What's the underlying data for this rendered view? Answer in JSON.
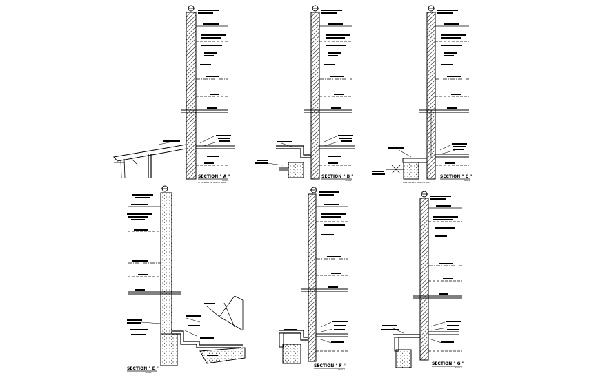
{
  "sections": [
    {
      "id": "A",
      "title": "SECTION \" A \"",
      "scale": "SCALE",
      "caption": "STEP SLAB DETAIL AT SLAB",
      "variant": "ramp"
    },
    {
      "id": "B",
      "title": "SECTION \" B \"",
      "scale": "SCALE",
      "caption": "",
      "variant": "step"
    },
    {
      "id": "C",
      "title": "SECTION \" C \"",
      "scale": "SCALE",
      "caption": "CANTILEVER SLAB DETAIL",
      "variant": "cantilever"
    },
    {
      "id": "E",
      "title": "SECTION \" E \"",
      "scale": "SCALE",
      "caption": "",
      "variant": "ramp-lower"
    },
    {
      "id": "F",
      "title": "SECTION \" F \"",
      "scale": "SCALE",
      "caption": "",
      "variant": "step-lower"
    },
    {
      "id": "G",
      "title": "SECTION \" G \"",
      "scale": "SCALE",
      "caption": "",
      "variant": "cantilever-lower"
    }
  ],
  "colors": {
    "line": "#000000",
    "background": "#ffffff"
  }
}
